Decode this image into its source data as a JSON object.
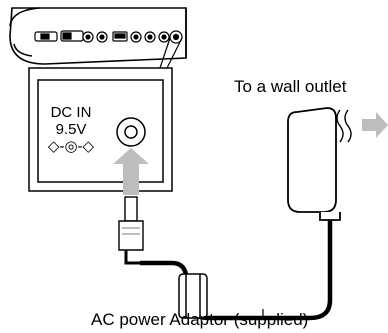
{
  "panel": {
    "dc_in_label": "DC IN",
    "voltage_label": "9.5V",
    "polarity_symbol": "◇-◎-◇"
  },
  "labels": {
    "wall_outlet": "To a wall outlet",
    "adaptor": "AC power Adaptor (supplied)"
  },
  "icons": {
    "arrow_to_jack": "up-arrow-icon",
    "arrow_to_outlet": "right-arrow-icon",
    "heat_waves": "heat-wave-icon"
  },
  "colors": {
    "arrow_fill": "#bdbdbd",
    "line": "#000000",
    "device_body": "#ffffff"
  }
}
